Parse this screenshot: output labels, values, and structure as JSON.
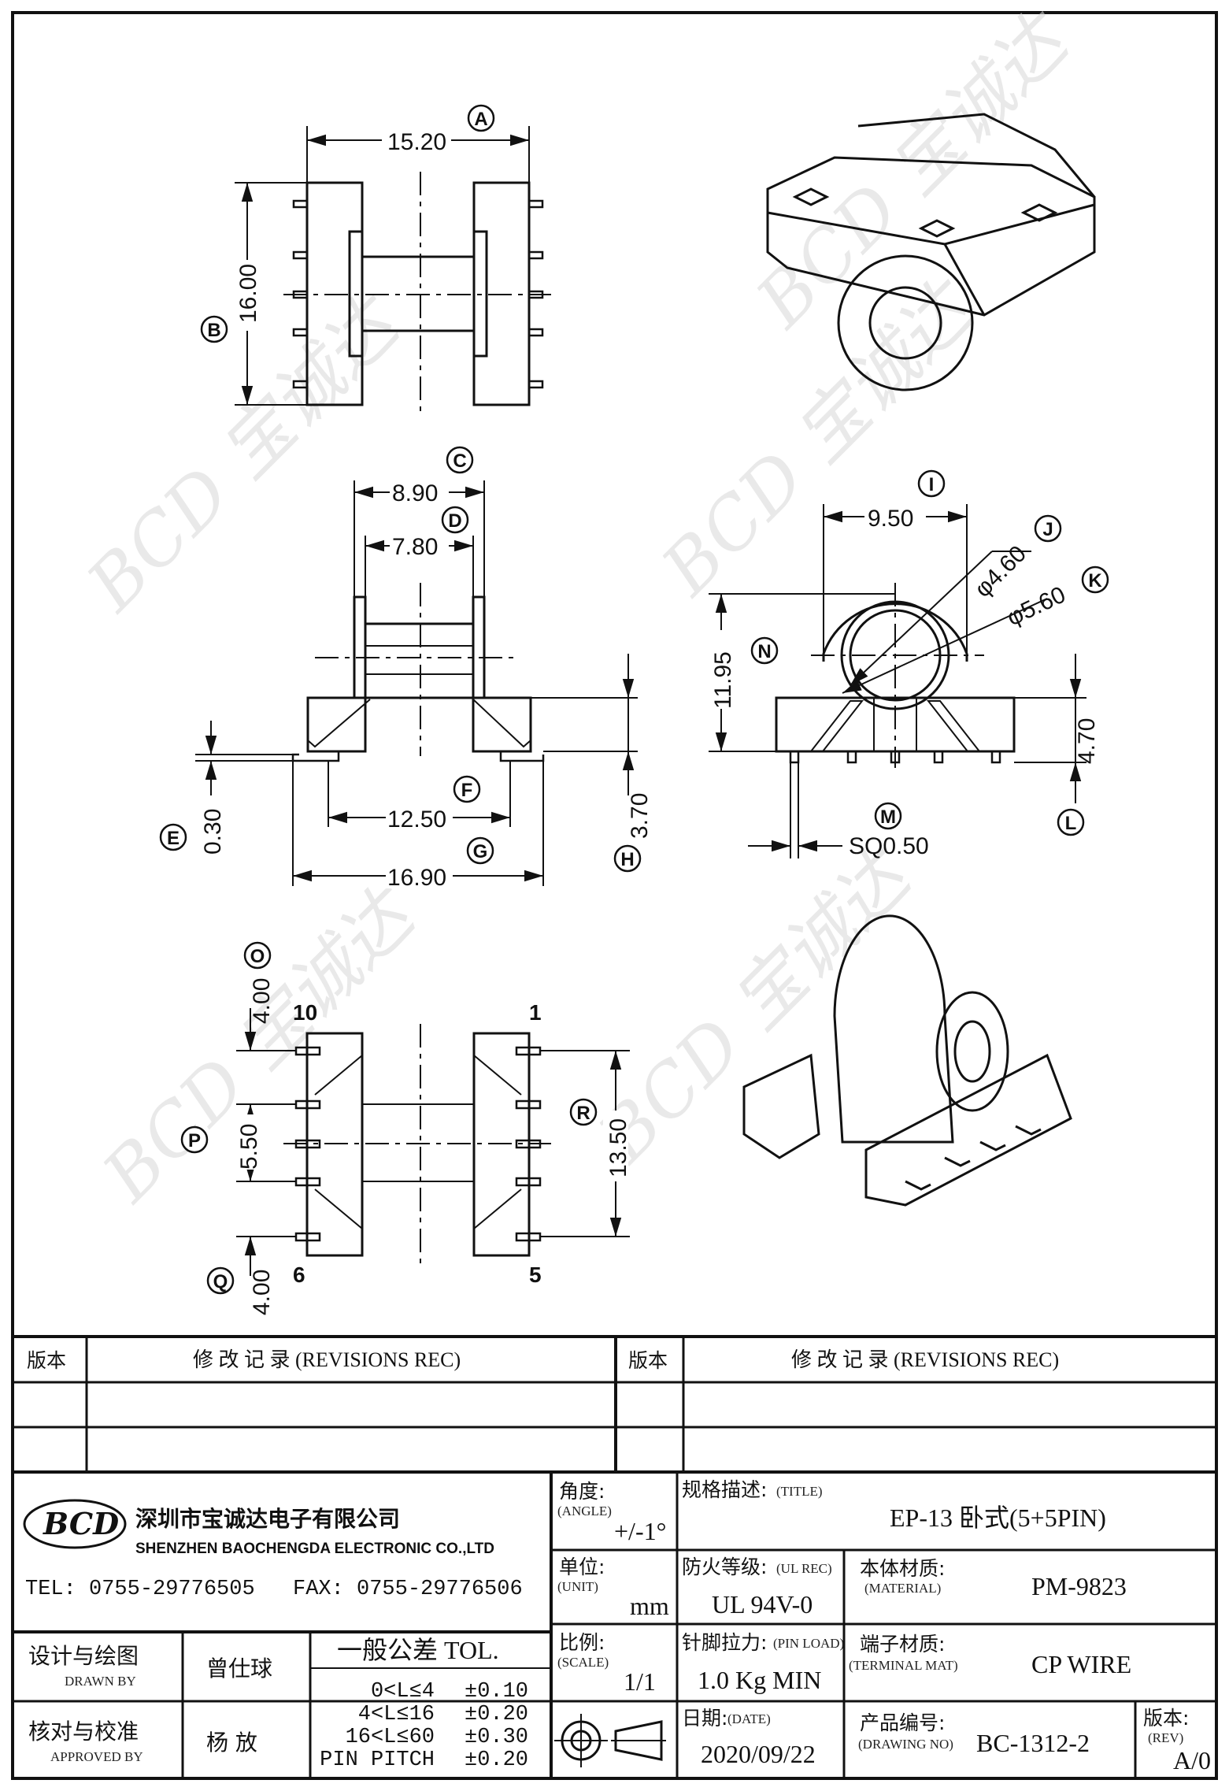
{
  "drawing": {
    "dims": {
      "a": "15.20",
      "b": "16.00",
      "c": "8.90",
      "d": "7.80",
      "e": "0.30",
      "f": "12.50",
      "g": "16.90",
      "h": "3.70",
      "i": "9.50",
      "j": "φ4.60",
      "k": "φ5.60",
      "n": "11.95",
      "l": "4.70",
      "m": "SQ0.50",
      "o": "4.00",
      "p": "5.50",
      "q": "4.00",
      "r": "13.50"
    },
    "markers": {
      "a": "A",
      "b": "B",
      "c": "C",
      "d": "D",
      "e": "E",
      "f": "F",
      "g": "G",
      "h": "H",
      "i": "I",
      "j": "J",
      "k": "K",
      "l": "L",
      "m": "M",
      "n": "N",
      "o": "O",
      "p": "P",
      "q": "Q",
      "r": "R"
    },
    "pins": {
      "p10": "10",
      "p1": "1",
      "p6": "6",
      "p5": "5"
    }
  },
  "revisions": {
    "ver_label": "版本",
    "rec_label": "修 改 记 录 (REVISIONS REC)"
  },
  "titleblock": {
    "company_cn": "深圳市宝诚达电子有限公司",
    "company_en": "SHENZHEN BAOCHENGDA ELECTRONIC CO.,LTD",
    "tel": "TEL: 0755-29776505",
    "fax": "FAX: 0755-29776506",
    "logo": "BCD",
    "designer_label": "设计与绘图",
    "designer_en": "DRAWN BY",
    "designer": "曾仕球",
    "checker_label": "核对与校准",
    "checker_en": "APPROVED BY",
    "checker": "杨 放",
    "tol_title": "一般公差 TOL.",
    "tol_rows": [
      {
        "range": "0<L≤4",
        "val": "±0.10"
      },
      {
        "range": "4<L≤16",
        "val": "±0.20"
      },
      {
        "range": "16<L≤60",
        "val": "±0.30"
      },
      {
        "range": "PIN PITCH",
        "val": "±0.20"
      }
    ],
    "angle_label": "角度:",
    "angle_en": "(ANGLE)",
    "angle": "+/-1°",
    "unit_label": "单位:",
    "unit_en": "(UNIT)",
    "unit": "mm",
    "scale_label": "比例:",
    "scale_en": "(SCALE)",
    "scale": "1/1",
    "title_label": "规格描述:",
    "title_en": "(TITLE)",
    "title": "EP-13 卧式(5+5PIN)",
    "ul_label": "防火等级:",
    "ul_en": "(UL REC)",
    "ul": "UL 94V-0",
    "material_label": "本体材质:",
    "material_en": "(MATERIAL)",
    "material": "PM-9823",
    "pinload_label": "针脚拉力:",
    "pinload_en": "(PIN LOAD)",
    "pinload": "1.0 Kg MIN",
    "terminal_label": "端子材质:",
    "terminal_en": "(TERMINAL MAT)",
    "terminal": "CP WIRE",
    "date_label": "日期:",
    "date_en": "(DATE)",
    "date": "2020/09/22",
    "drawno_label": "产品编号:",
    "drawno_en": "(DRAWING NO)",
    "drawno": "BC-1312-2",
    "rev_label": "版本:",
    "rev_en": "(REV)",
    "rev": "A/0"
  }
}
